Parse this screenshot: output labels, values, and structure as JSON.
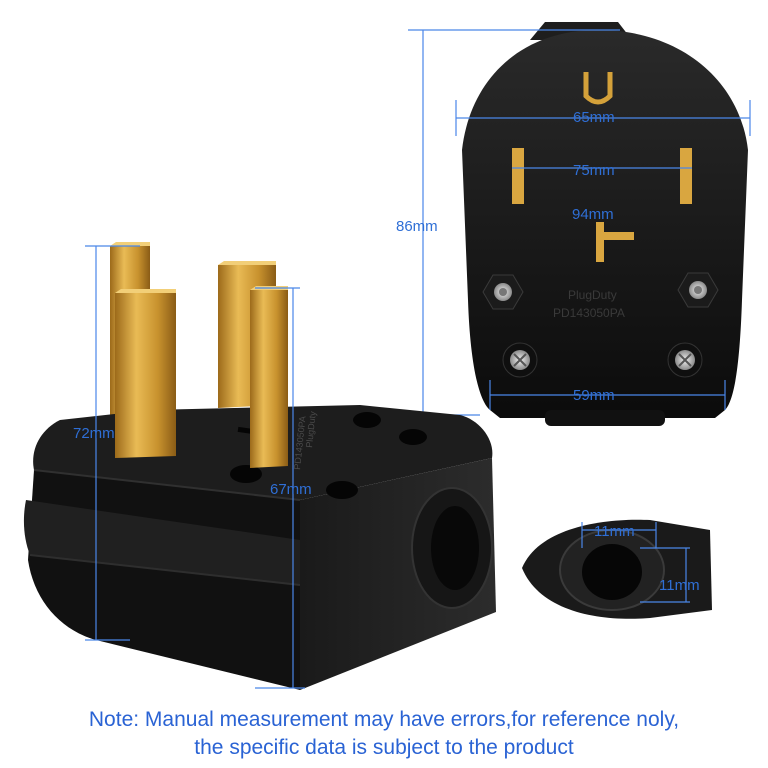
{
  "dimensions": {
    "face_height": "86mm",
    "width_65": "65mm",
    "width_75": "75mm",
    "width_94": "94mm",
    "width_59": "59mm",
    "prong_height": "72mm",
    "body_height": "67mm",
    "hole_width": "11mm",
    "hole_height": "11mm"
  },
  "product": {
    "brand": "PlugDuty",
    "model": "PD143050PA"
  },
  "note": {
    "line1": "Note: Manual measurement may have errors,for reference noly,",
    "line2": "the specific data is subject to the product"
  },
  "colors": {
    "dimension_blue": "#2f6fd6",
    "plug_black": "#151515",
    "brass": "#d4a13a"
  }
}
